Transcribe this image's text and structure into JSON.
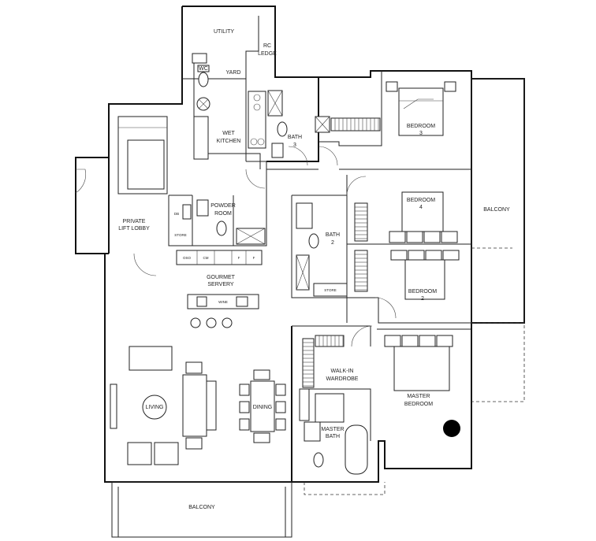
{
  "floor_plan": {
    "rooms": {
      "utility": "UTILITY",
      "wc": "WC",
      "rc_ledge_1": "RC",
      "rc_ledge_2": "LEDGE",
      "yard": "YARD",
      "wet_kitchen_1": "WET",
      "wet_kitchen_2": "KITCHEN",
      "bath3_1": "BATH",
      "bath3_2": "3",
      "bedroom3_1": "BEDROOM",
      "bedroom3_2": "3",
      "powder_room_1": "POWDER",
      "powder_room_2": "ROOM",
      "private_lift_lobby_1": "PRIVATE",
      "private_lift_lobby_2": "LIFT LOBBY",
      "store_small": "STORE",
      "db": "DB",
      "bedroom4_1": "BEDROOM",
      "bedroom4_2": "4",
      "bath2_1": "BATH",
      "bath2_2": "2",
      "store_bath2": "STORE",
      "bedroom2_1": "BEDROOM",
      "bedroom2_2": "2",
      "balcony_right": "BALCONY",
      "gourmet_servery_1": "GOURMET",
      "gourmet_servery_2": "SERVERY",
      "counter_oso": "OSO",
      "counter_cm": "CM",
      "counter_f1": "F",
      "counter_f2": "F",
      "wine": "WINE",
      "walk_in_wardrobe_1": "WALK-IN",
      "walk_in_wardrobe_2": "WARDROBE",
      "master_bedroom_1": "MASTER",
      "master_bedroom_2": "BEDROOM",
      "living": "LIVING",
      "dining": "DINING",
      "master_bath_1": "MASTER",
      "master_bath_2": "BATH",
      "balcony_bottom": "BALCONY"
    }
  }
}
